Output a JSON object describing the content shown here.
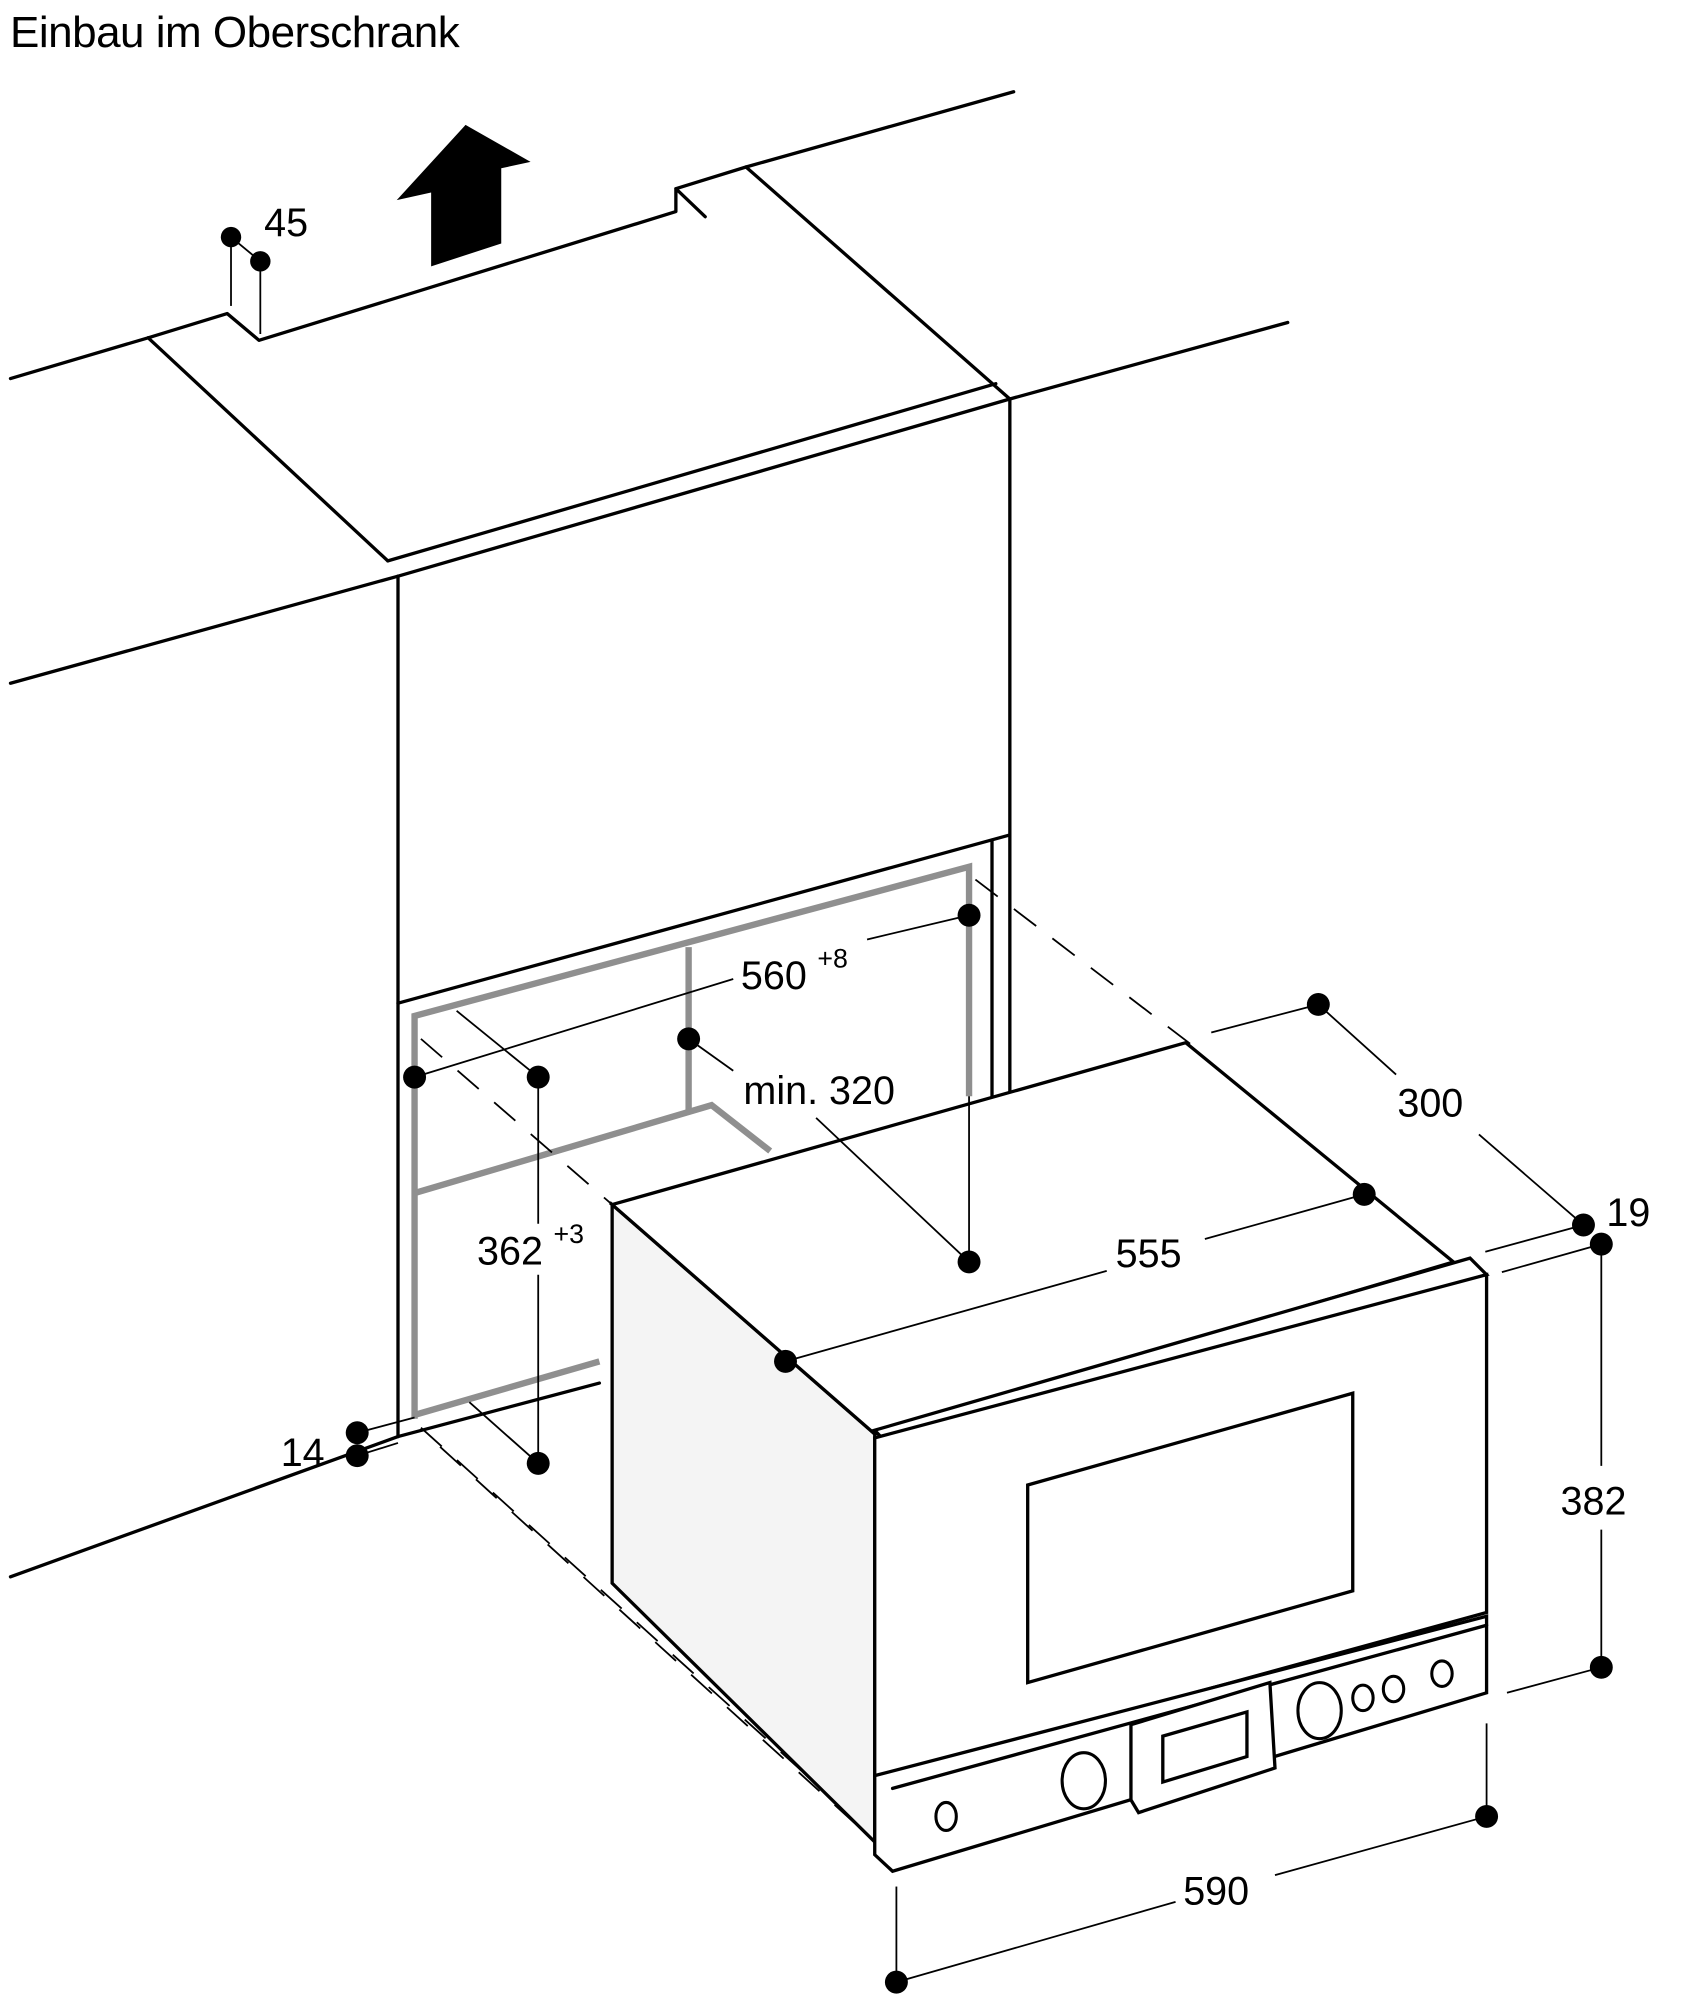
{
  "title": "Einbau im Oberschrank",
  "diagram": {
    "subject": "Built-in appliance installation in upper cabinet",
    "arrow": "up-arrow (ventilation direction)",
    "colors": {
      "lines": "#000000",
      "niche_frame": "#8f8f8f",
      "appliance_side": "#f4f4f4"
    },
    "dimensions": {
      "vent_gap": {
        "value": "45"
      },
      "niche_width": {
        "value": "560",
        "tolerance": "+8"
      },
      "niche_depth": {
        "value": "min. 320"
      },
      "niche_height": {
        "value": "362",
        "tolerance": "+3"
      },
      "bottom_offset": {
        "value": "14"
      },
      "appliance_depth": {
        "value": "300"
      },
      "front_overhang": {
        "value": "19"
      },
      "appliance_body_width": {
        "value": "555"
      },
      "appliance_height": {
        "value": "382"
      },
      "appliance_width": {
        "value": "590"
      }
    }
  }
}
